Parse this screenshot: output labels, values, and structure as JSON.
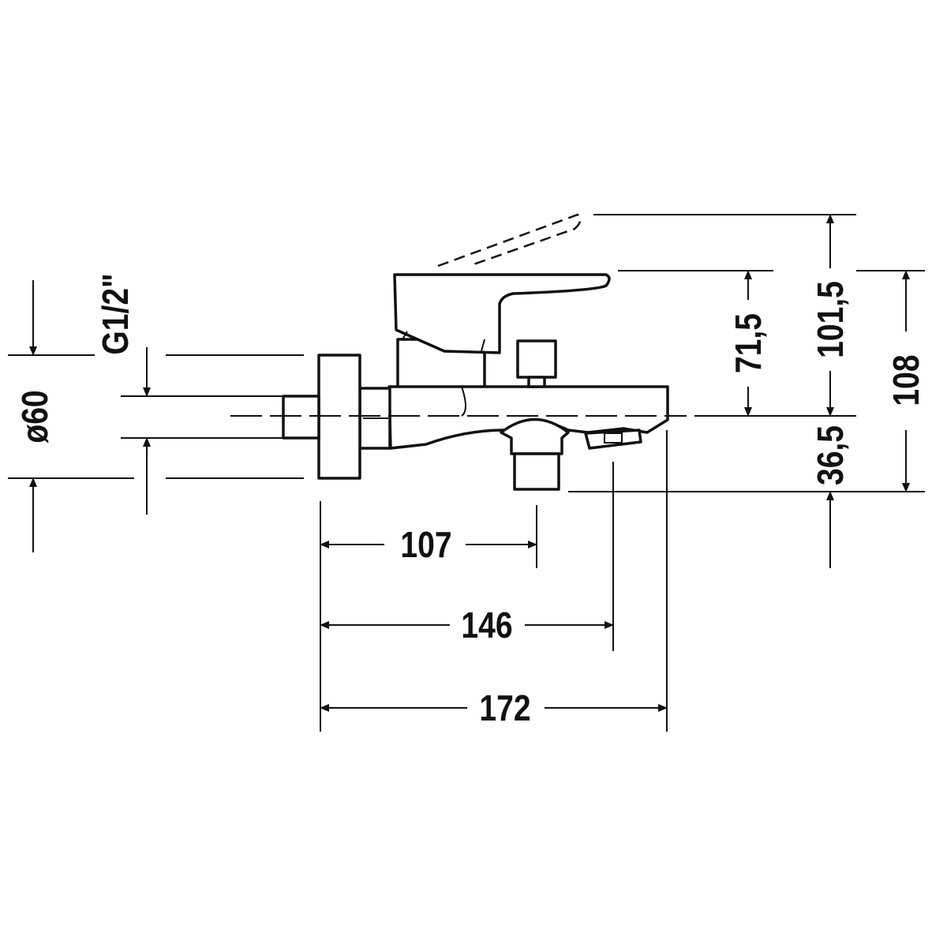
{
  "title": "Bath mixer dimension drawing",
  "dimensions": {
    "flange_diameter": "ø60",
    "thread": "G1/2\"",
    "lever_height": "71,5",
    "lever_open_height": "101,5",
    "total_height": "108",
    "outlet_drop": "36,5",
    "outlet_depth": "107",
    "spout_depth": "146",
    "total_depth": "172"
  },
  "colors": {
    "line": "#111111",
    "background": "#ffffff"
  }
}
